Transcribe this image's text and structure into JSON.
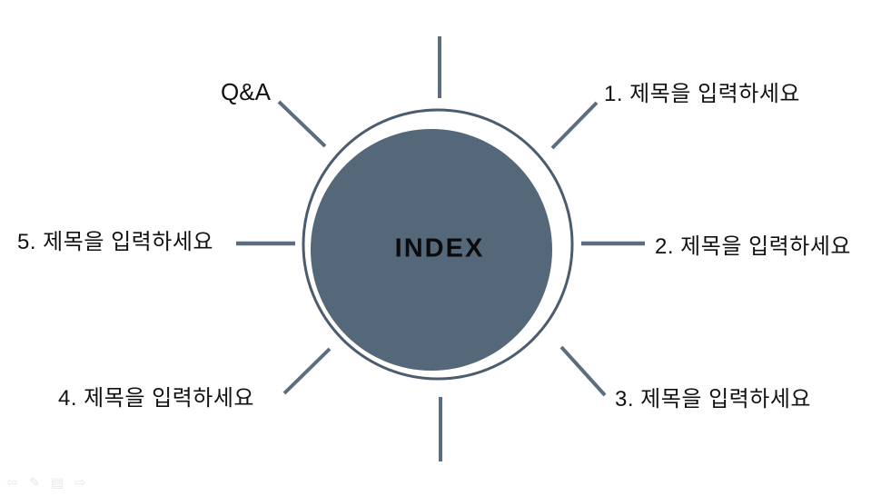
{
  "slide": {
    "center": {
      "label": "INDEX"
    },
    "spoke_labels": {
      "qa": "Q&A",
      "item1": "1. 제목을 입력하세요",
      "item2": "2. 제목을 입력하세요",
      "item3": "3. 제목을 입력하세요",
      "item4": "4. 제목을 입력하세요",
      "item5": "5. 제목을 입력하세요"
    }
  },
  "colors": {
    "circle_fill": "#54687a",
    "ring_stroke": "#4a5c6d",
    "spoke_stroke": "#5b6e80",
    "label_text": "#111111"
  },
  "presenter_toolbar": {
    "icons": [
      {
        "name": "previous-slide-icon",
        "glyph": "⇦"
      },
      {
        "name": "pen-icon",
        "glyph": "✎"
      },
      {
        "name": "slide-navigator-icon",
        "glyph": "▤"
      },
      {
        "name": "next-slide-icon",
        "glyph": "⇨"
      }
    ]
  }
}
